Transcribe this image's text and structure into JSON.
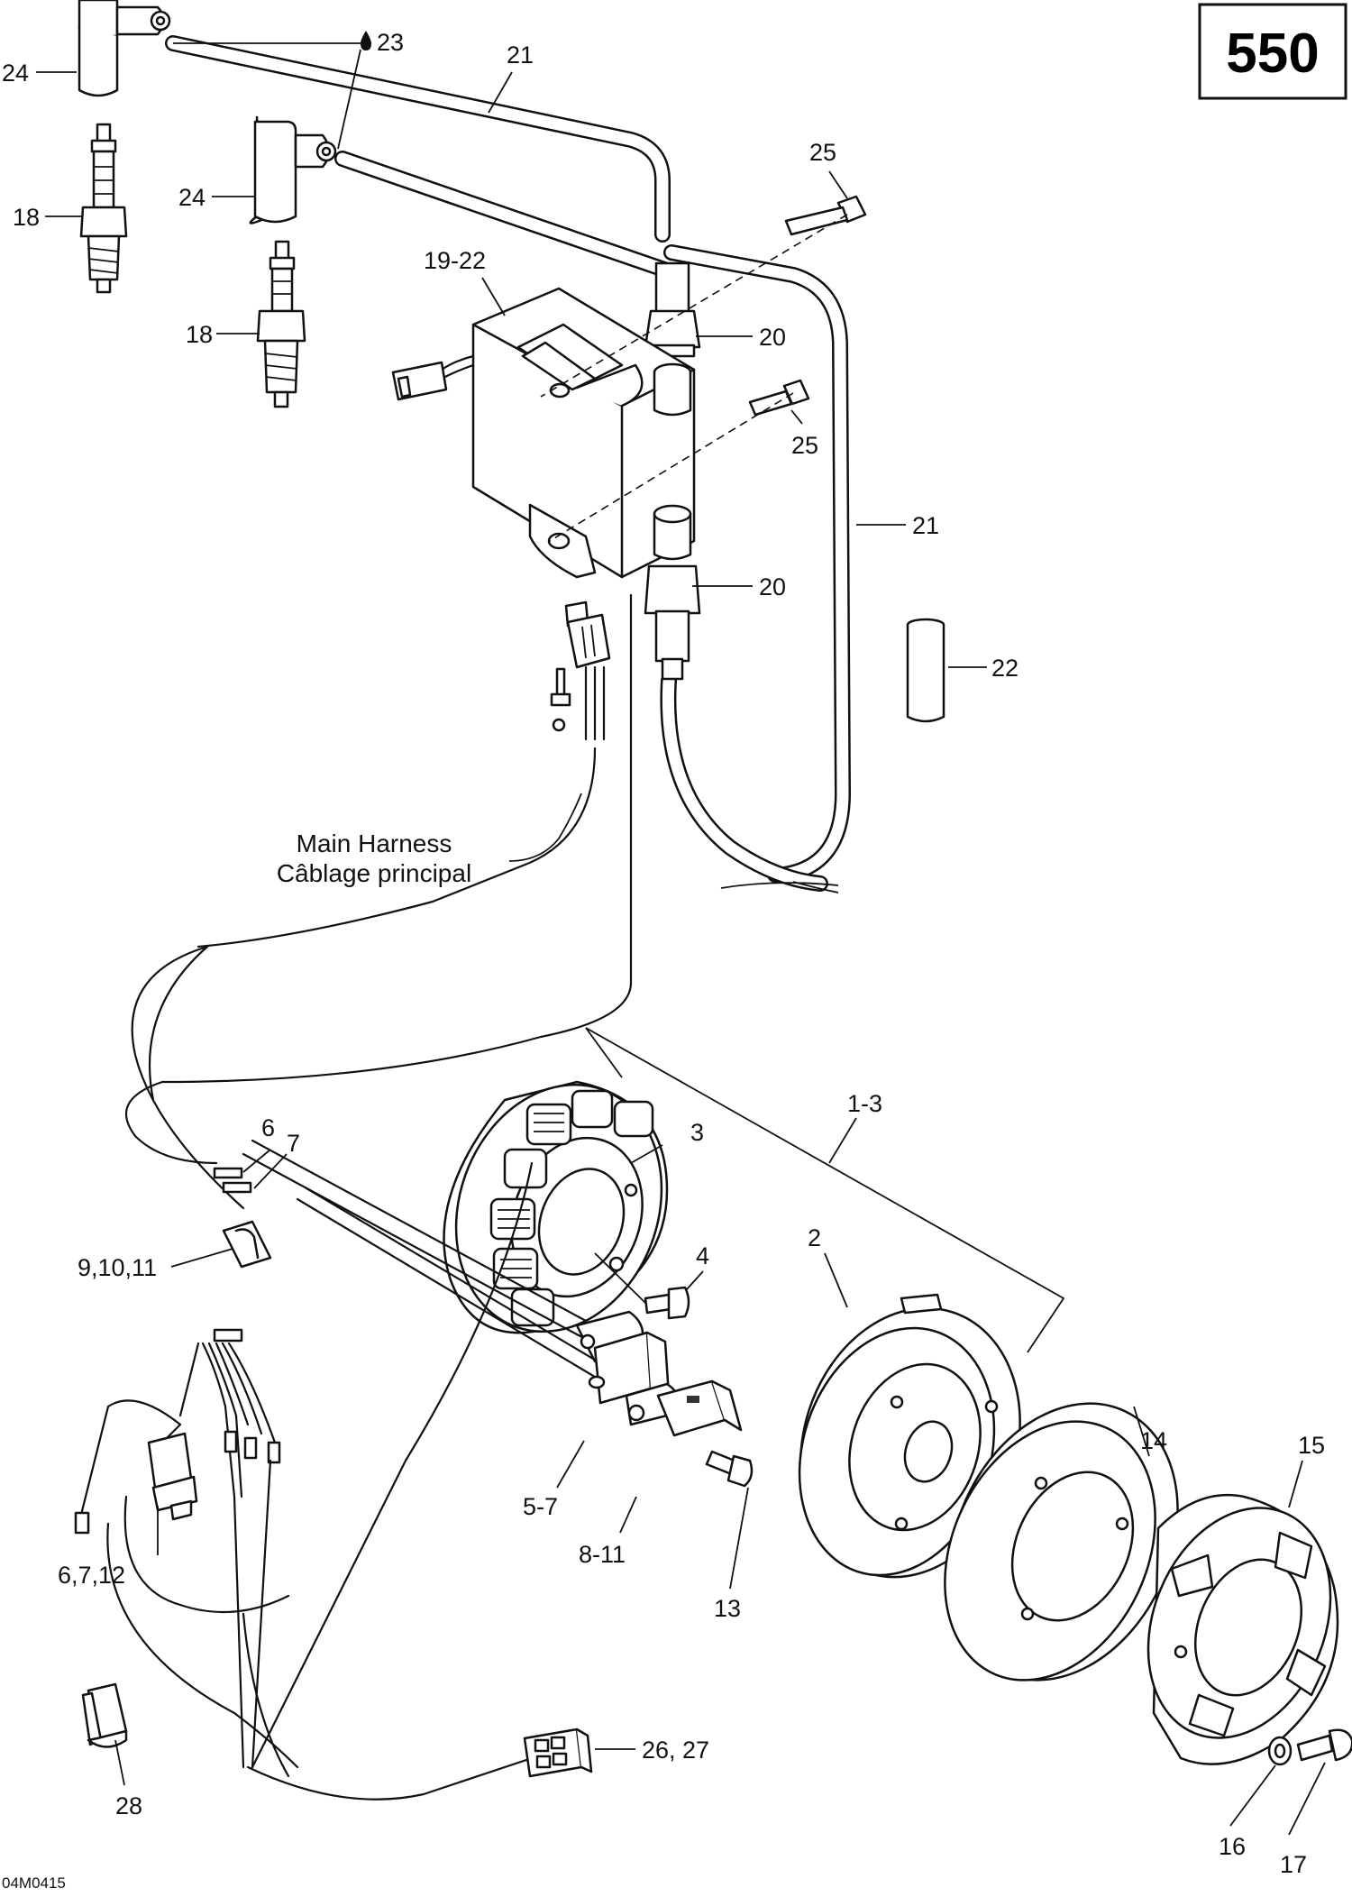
{
  "page": {
    "model_box": "550",
    "drawing_code": "04M0415"
  },
  "harness_label": {
    "line1": "Main Harness",
    "line2": "Câblage principal"
  },
  "callouts": {
    "c24a": "24",
    "c23": "23",
    "c21a": "21",
    "c18a": "18",
    "c24b": "24",
    "c25a": "25",
    "c19_22": "19-22",
    "c18b": "18",
    "c20a": "20",
    "c25b": "25",
    "c21b": "21",
    "c20b": "20",
    "c22": "22",
    "c1_3": "1-3",
    "c6": "6",
    "c7": "7",
    "c3": "3",
    "c9_10_11": "9,10,11",
    "c4": "4",
    "c2": "2",
    "c14": "14",
    "c15": "15",
    "c5_7": "5-7",
    "c6_7_12": "6,7,12",
    "c8_11": "8-11",
    "c13": "13",
    "c26_27": "26, 27",
    "c28": "28",
    "c16": "16",
    "c17": "17"
  },
  "icons": {
    "lubricant": "oil-drop-icon"
  }
}
